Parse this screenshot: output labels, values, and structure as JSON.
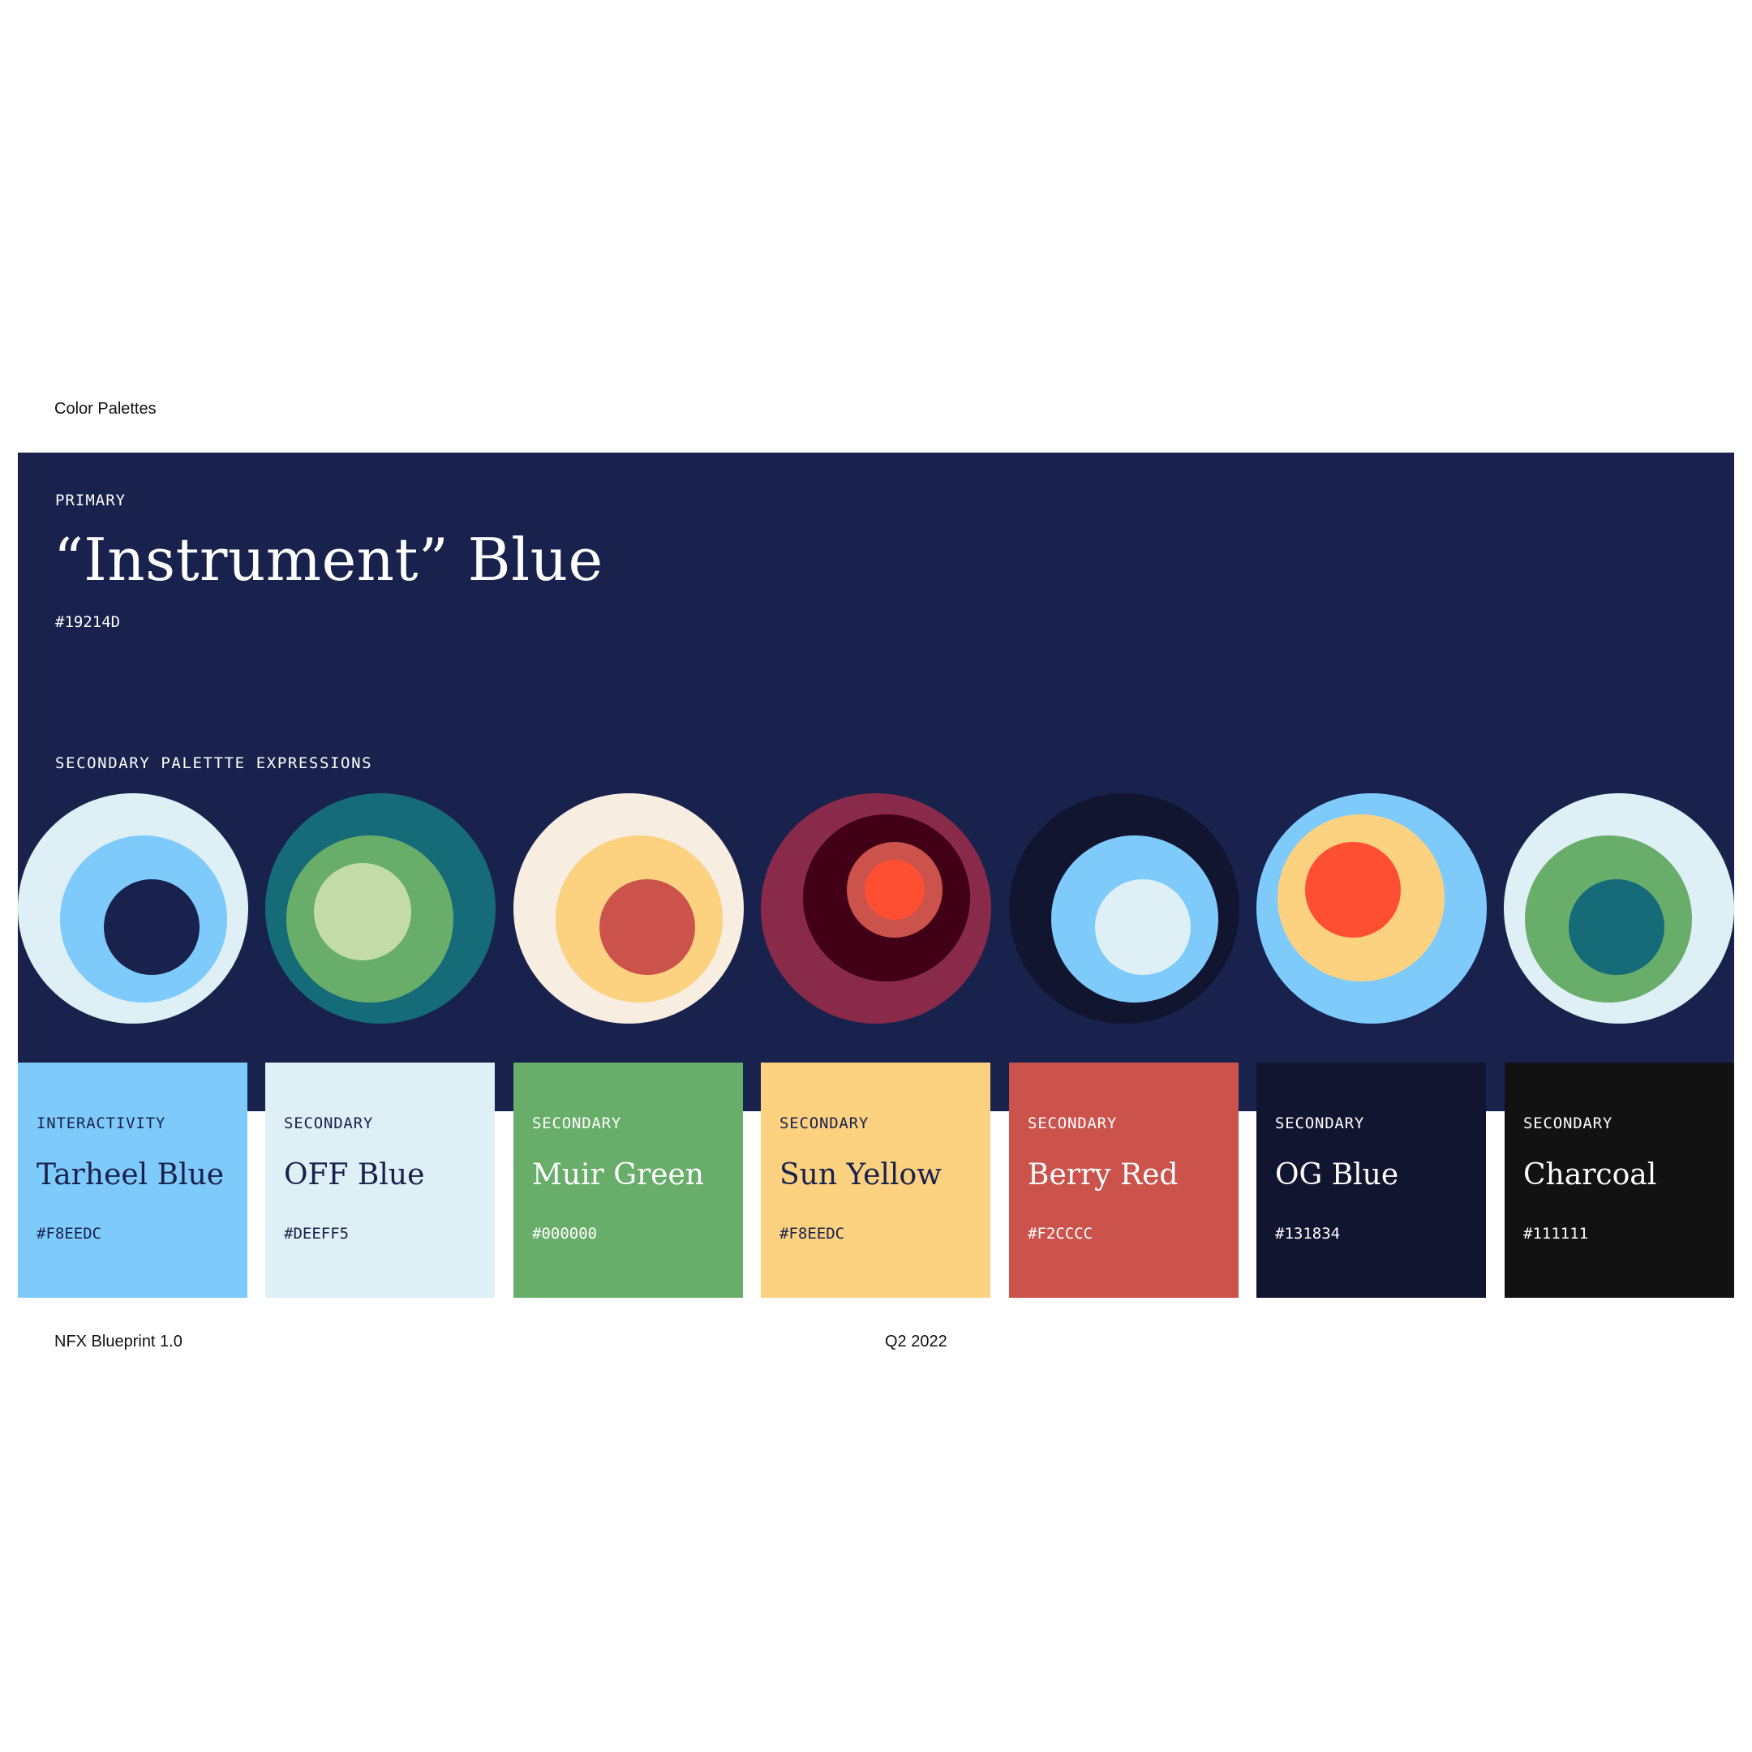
{
  "page_title": "Color Palettes",
  "primary": {
    "label": "PRIMARY",
    "name": "“Instrument” Blue",
    "hex": "#19214D",
    "panel_color": "#19214d"
  },
  "secondary_expressions": {
    "label": "SECONDARY PALETTTE EXPRESSIONS",
    "circles": [
      {
        "outer": "#deeff5",
        "middle": "#7ecbfb",
        "inner": "#19214d"
      },
      {
        "outer": "#166b78",
        "middle": "#68ad6a",
        "inner": "#c2dba8"
      },
      {
        "outer": "#f7ede0",
        "middle": "#fcd180",
        "inner": "#cc524c"
      },
      {
        "outer": "#8a2a4a",
        "middle": "#420017",
        "inner": "#cc524c",
        "core": "#ff4f33"
      },
      {
        "outer": "#121530",
        "middle": "#7ecbfb",
        "inner": "#deeff5"
      },
      {
        "outer": "#7ecbfb",
        "middle": "#fcd180",
        "inner": "#ff4f33"
      },
      {
        "outer": "#deeff5",
        "middle": "#68ad6a",
        "inner": "#166b78"
      }
    ]
  },
  "swatches": [
    {
      "label": "INTERACTIVITY",
      "name": "Tarheel Blue",
      "hex": "#F8EEDC",
      "bg": "#7ecbfb",
      "fg": "#19214d"
    },
    {
      "label": "SECONDARY",
      "name": "OFF Blue",
      "hex": "#DEEFF5",
      "bg": "#deeff5",
      "fg": "#19214d"
    },
    {
      "label": "SECONDARY",
      "name": "Muir Green",
      "hex": "#000000",
      "bg": "#68ad6a",
      "fg": "#ffffff"
    },
    {
      "label": "SECONDARY",
      "name": "Sun Yellow",
      "hex": "#F8EEDC",
      "bg": "#fcd180",
      "fg": "#19214d"
    },
    {
      "label": "SECONDARY",
      "name": "Berry Red",
      "hex": "#F2CCCC",
      "bg": "#cc524c",
      "fg": "#ffffff"
    },
    {
      "label": "SECONDARY",
      "name": "OG Blue",
      "hex": "#131834",
      "bg": "#121530",
      "fg": "#ffffff"
    },
    {
      "label": "SECONDARY",
      "name": "Charcoal",
      "hex": "#111111",
      "bg": "#121212",
      "fg": "#ffffff"
    }
  ],
  "footer": {
    "left": "NFX Blueprint 1.0",
    "center": "Q2 2022"
  }
}
